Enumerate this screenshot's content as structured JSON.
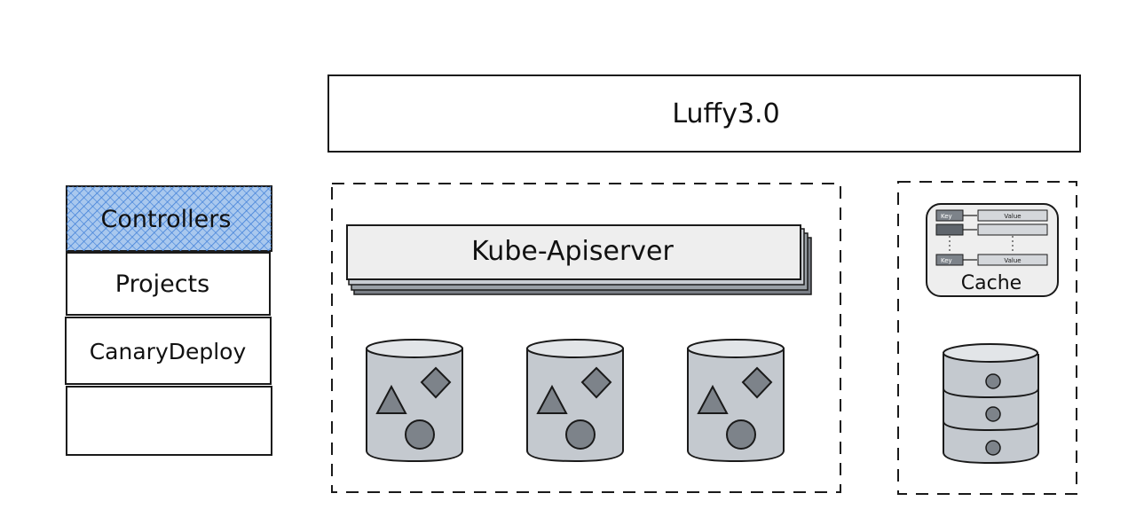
{
  "header": {
    "title": "Luffy3.0"
  },
  "sidebar": {
    "items": [
      {
        "label": "Controllers",
        "active": true
      },
      {
        "label": "Projects",
        "active": false
      },
      {
        "label": "CanaryDeploy",
        "active": false
      },
      {
        "label": "",
        "active": false
      }
    ]
  },
  "main": {
    "apiserver": {
      "label": "Kube-Apiserver"
    },
    "storage_units": [
      {
        "icon": "shapes-cylinder-icon"
      },
      {
        "icon": "shapes-cylinder-icon"
      },
      {
        "icon": "shapes-cylinder-icon"
      }
    ]
  },
  "cache_panel": {
    "cache": {
      "label": "Cache",
      "rows": [
        {
          "key": "Key",
          "value": "Value"
        },
        {
          "key": "",
          "value": ""
        },
        {
          "key": "Key",
          "value": "Value"
        }
      ]
    },
    "database": {
      "icon": "database-stack-icon"
    }
  },
  "colors": {
    "accent_fill": "#a9c8ee",
    "accent_hatch": "#3f7fd8",
    "cylinder_fill": "#c4c9cf",
    "shape_fill": "#7d838a",
    "stroke": "#1a1a1a"
  }
}
